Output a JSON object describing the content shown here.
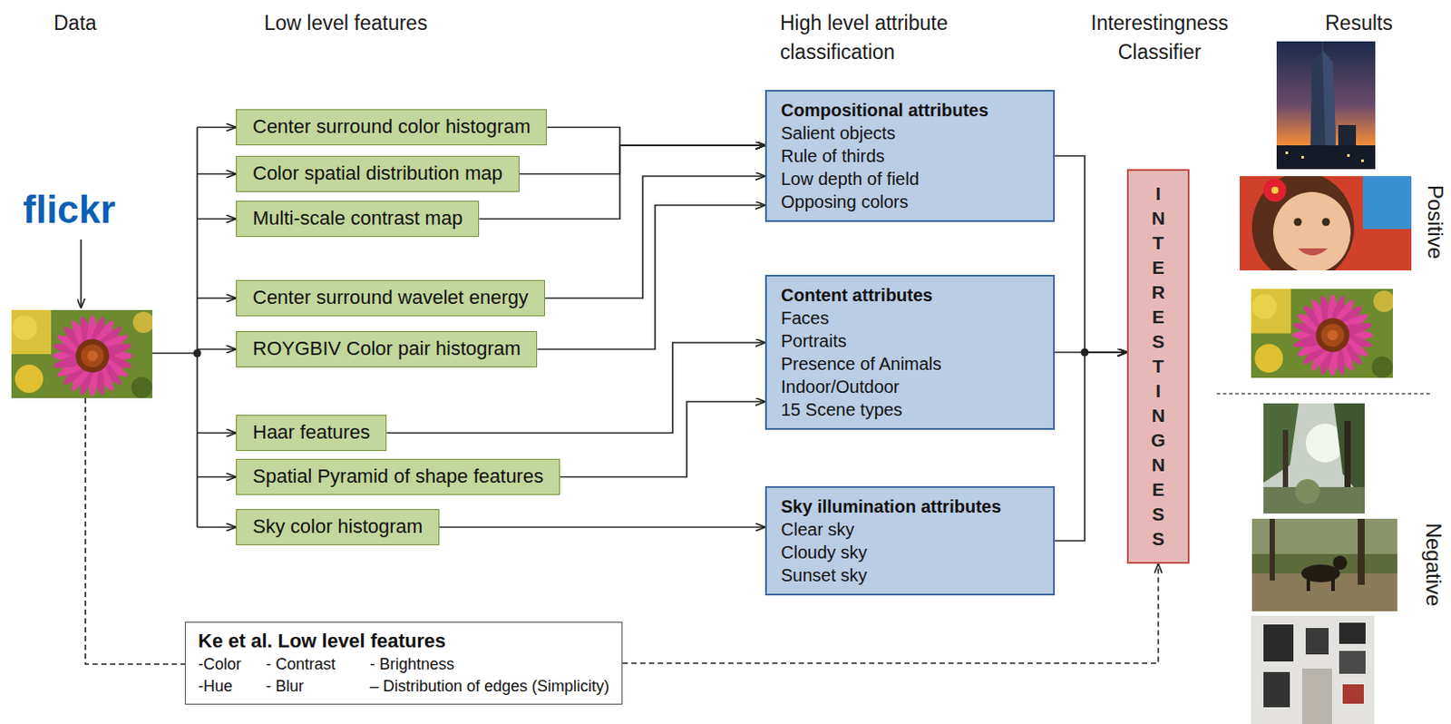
{
  "diagram": {
    "nodes": [
      {
        "text": [
          "Center surround color histogram"
        ]
      },
      {
        "text": [
          "Color spatial distribution map"
        ]
      },
      {
        "text": [
          "Multi-scale contrast map"
        ]
      },
      {
        "text": [
          "Center surround wavelet energy"
        ]
      },
      {
        "text": [
          "ROYGBIV Color pair histogram"
        ]
      },
      {
        "text": [
          "Haar features"
        ]
      },
      {
        "text": [
          "Spatial Pyramid of shape features"
        ]
      },
      {
        "text": [
          "Sky color histogram"
        ]
      },
      {
        "text": [
          "Compositional attributes",
          "Salient objects",
          "Rule of thirds",
          "Low depth of field",
          "Opposing colors"
        ]
      },
      {
        "text": [
          "Content attributes",
          "Faces",
          "Portraits",
          "Presence of Animals",
          "Indoor/Outdoor",
          "15 Scene types"
        ]
      },
      {
        "text": [
          "Sky illumination attributes",
          "Clear sky",
          "Cloudy sky",
          "Sunset sky"
        ]
      },
      {
        "text": [
          "INTERESTINGNESS"
        ]
      },
      {
        "text": [
          "Ke et al. Low level features",
          "-Color",
          "- Contrast",
          "- Brightness",
          "-Hue",
          "- Blur",
          "– Distribution of edges (Simplicity)"
        ]
      }
    ],
    "edges": [
      {
        "from": 0,
        "to": 8,
        "arrow": "to"
      },
      {
        "from": 1,
        "to": 8,
        "arrow": "to"
      },
      {
        "from": 2,
        "to": 8,
        "arrow": "to"
      },
      {
        "from": 3,
        "to": 8,
        "arrow": "to"
      },
      {
        "from": 4,
        "to": 8,
        "arrow": "to"
      },
      {
        "from": 5,
        "to": 9,
        "arrow": "to"
      },
      {
        "from": 6,
        "to": 9,
        "arrow": "to"
      },
      {
        "from": 7,
        "to": 10,
        "arrow": "to"
      },
      {
        "from": 8,
        "to": 11,
        "arrow": "to"
      },
      {
        "from": 9,
        "to": 11,
        "arrow": "to"
      },
      {
        "from": 10,
        "to": 11,
        "arrow": "to"
      },
      {
        "from": 12,
        "to": 11,
        "arrow": "to"
      }
    ],
    "labels": [
      "Data",
      "Low level features",
      "High level attribute classification",
      "Interestingness Classifier",
      "Results",
      "flickr",
      "Positive",
      "Negative"
    ]
  }
}
